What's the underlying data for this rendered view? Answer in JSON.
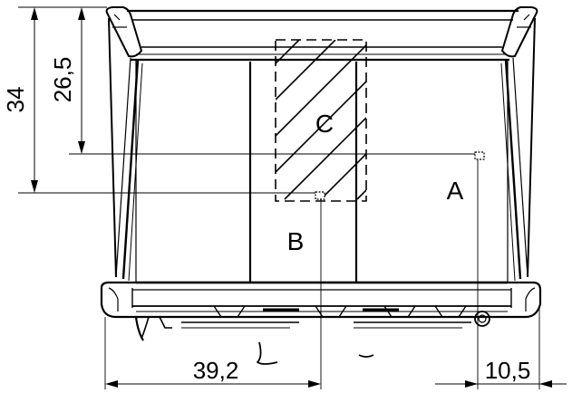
{
  "dimensions": {
    "height_total": "34",
    "height_partial": "26,5",
    "width_left": "39,2",
    "width_right": "10,5"
  },
  "labels": {
    "a": "A",
    "b": "B",
    "c": "C"
  },
  "colors": {
    "line": "#000000",
    "background": "#ffffff"
  }
}
